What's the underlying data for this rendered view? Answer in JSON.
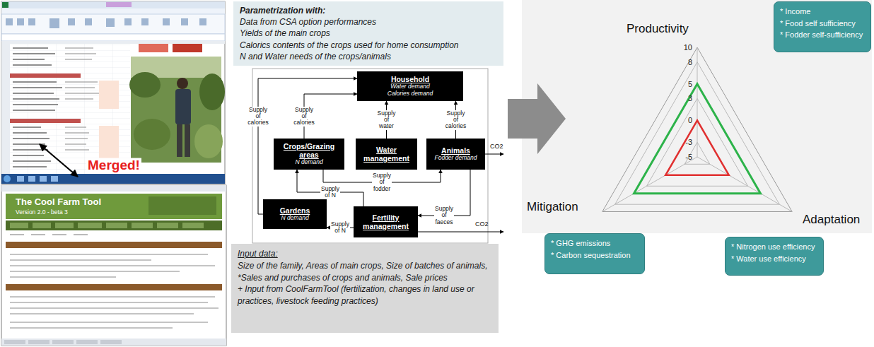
{
  "diagram": {
    "nodes": [
      {
        "text": [
          "Parametrization with:",
          "Data from CSA option performances",
          "Yields of the main crops",
          "Calorics contents of the crops used for home consumption",
          "N and Water needs of the crops/animals"
        ]
      },
      {
        "text": [
          "Household",
          "Water demand",
          "Calories demand"
        ]
      },
      {
        "text": [
          "Crops/Grazing areas",
          "N demand"
        ]
      },
      {
        "text": [
          "Water management"
        ]
      },
      {
        "text": [
          "Animals",
          "Fodder demand"
        ]
      },
      {
        "text": [
          "Gardens",
          "N demand"
        ]
      },
      {
        "text": [
          "Fertility management"
        ]
      },
      {
        "text": [
          "Input data:",
          "Size of the family, Areas of main crops, Size of batches of animals, *Sales and purchases of crops and animals, Sale prices",
          "+ Input from CoolFarmTool (fertilization, changes in land use or practices, livestock feeding practices)"
        ]
      },
      {
        "text": [
          "* Income",
          "* Food self sufficiency",
          "* Fodder self-sufficiency"
        ]
      },
      {
        "text": [
          "* GHG emissions",
          "* Carbon sequestration"
        ]
      },
      {
        "text": [
          "* Nitrogen use efficiency",
          "* Water use efficiency"
        ]
      }
    ],
    "edges": [
      {
        "from": 5,
        "to": 1,
        "label": "Supply of calories",
        "arrow": "to"
      },
      {
        "from": 2,
        "to": 1,
        "label": "Supply of calories",
        "arrow": "to"
      },
      {
        "from": 3,
        "to": 1,
        "label": "Supply of water",
        "arrow": "to"
      },
      {
        "from": 4,
        "to": 1,
        "label": "Supply of calories",
        "arrow": "to"
      },
      {
        "from": 2,
        "to": 4,
        "label": "Supply of fodder",
        "arrow": "to"
      },
      {
        "from": 4,
        "to": 6,
        "label": "Supply of faeces",
        "arrow": "to"
      },
      {
        "from": 6,
        "to": 2,
        "label": "Supply of N",
        "arrow": "to"
      },
      {
        "from": 6,
        "to": 5,
        "label": "Supply of N",
        "arrow": "to"
      }
    ],
    "labels": [
      "Merged!",
      "The Cool Farm Tool",
      "Version 2.0 - beta 3",
      "CO2",
      "CO2",
      "Productivity",
      "Mitigation",
      "Adaptation",
      "10",
      "8",
      "5",
      "3",
      "0",
      "-3",
      "-5"
    ]
  }
}
